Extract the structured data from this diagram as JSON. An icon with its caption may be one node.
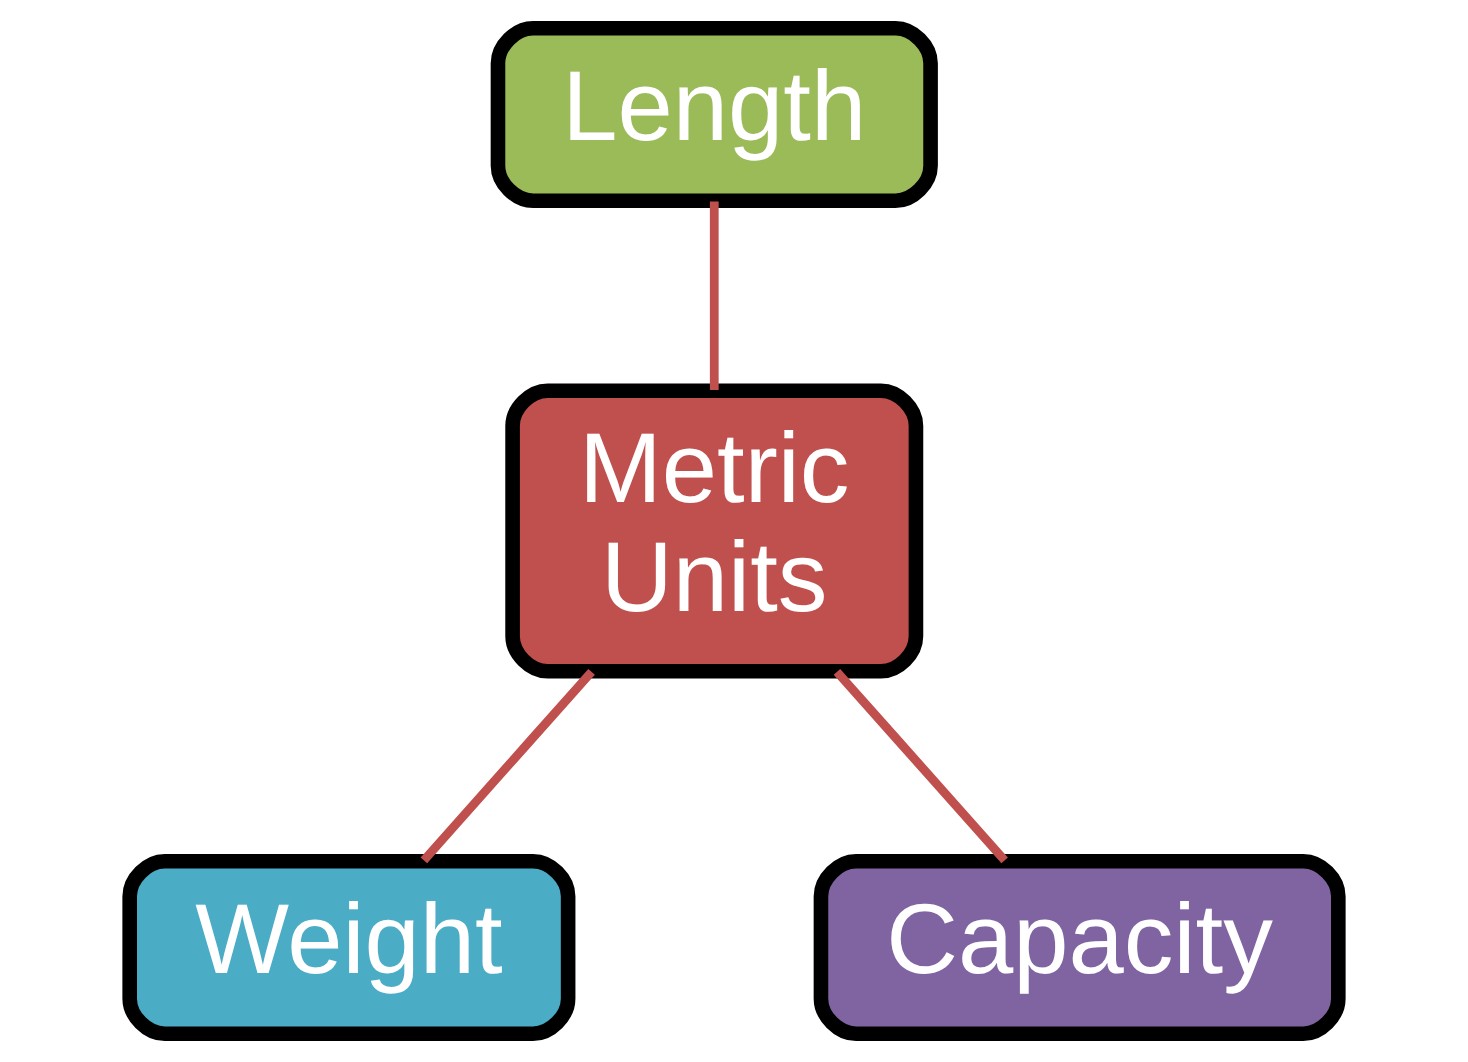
{
  "diagram": {
    "nodes": [
      {
        "text": [
          "Length"
        ]
      },
      {
        "text": [
          "Metric Units"
        ]
      },
      {
        "text": [
          "Weight"
        ]
      },
      {
        "text": [
          "Capacity"
        ]
      }
    ],
    "edges": [
      {
        "from": 0,
        "to": 1,
        "arrow": "none"
      },
      {
        "from": 1,
        "to": 2,
        "arrow": "none"
      },
      {
        "from": 1,
        "to": 3,
        "arrow": "none"
      }
    ]
  }
}
